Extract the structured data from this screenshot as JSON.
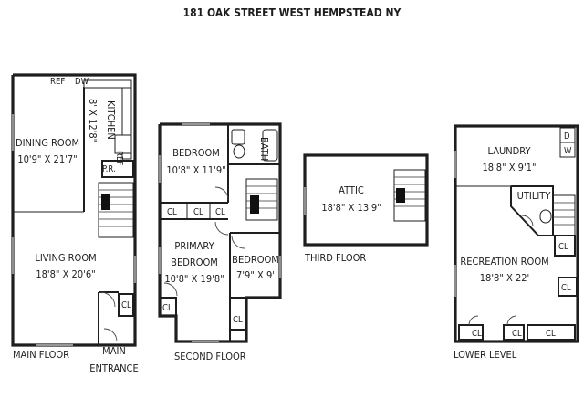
{
  "title": "181 OAK STREET WEST HEMPSTEAD NY",
  "floors": {
    "main": "MAIN FLOOR",
    "main_entrance_1": "MAIN",
    "main_entrance_2": "ENTRANCE",
    "second": "SECOND FLOOR",
    "third": "THIRD FLOOR",
    "lower": "LOWER LEVEL"
  },
  "rooms": {
    "dining_name": "DINING ROOM",
    "dining_dim": "10'9\" X 21'7\"",
    "kitchen_name": "KITCHEN",
    "kitchen_dim": "8' X 12'8\"",
    "living_name": "LIVING ROOM",
    "living_dim": "18'8\" X 20'6\"",
    "bedroom1_name": "BEDROOM",
    "bedroom1_dim": "10'8\" X 11'9\"",
    "bath_name": "BATH",
    "primary_name_1": "PRIMARY",
    "primary_name_2": "BEDROOM",
    "primary_dim": "10'8\" X 19'8\"",
    "bedroom2_name": "BEDROOM",
    "bedroom2_dim": "7'9\" X 9'",
    "attic_name": "ATTIC",
    "attic_dim": "18'8\" X 13'9\"",
    "laundry_name": "LAUNDRY",
    "laundry_dim": "18'8\" X 9'1\"",
    "utility_name": "UTILITY",
    "rec_name": "RECREATION ROOM",
    "rec_dim": "18'8\" X 22'"
  },
  "fixtures": {
    "ref": "REF",
    "dw": "DW",
    "pr": "P.R.",
    "cl": "CL",
    "d": "D",
    "w": "W"
  }
}
